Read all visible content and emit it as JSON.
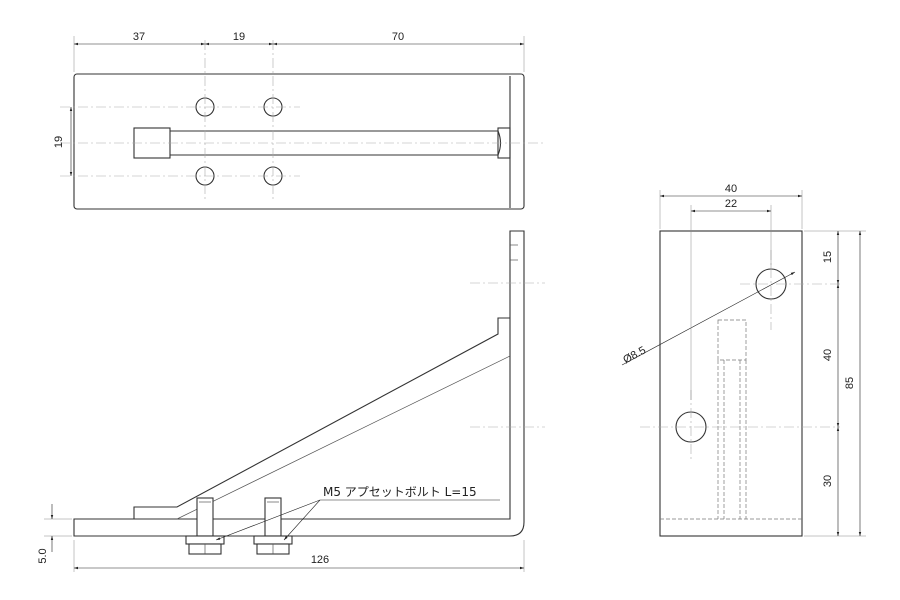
{
  "dimensions": {
    "top_37": "37",
    "top_19": "19",
    "top_70": "70",
    "left_19": "19",
    "bottom_126": "126",
    "thickness_5": "5.0",
    "side_40": "40",
    "side_22": "22",
    "side_15": "15",
    "side_40_vert": "40",
    "side_30": "30",
    "side_85": "85",
    "hole_dia": "Ø8.5"
  },
  "notes": {
    "bolt_label": "M5  アプセットボルト  L=15"
  },
  "colors": {
    "line": "#333333",
    "center": "#aaaaaa",
    "hidden": "#777777"
  }
}
